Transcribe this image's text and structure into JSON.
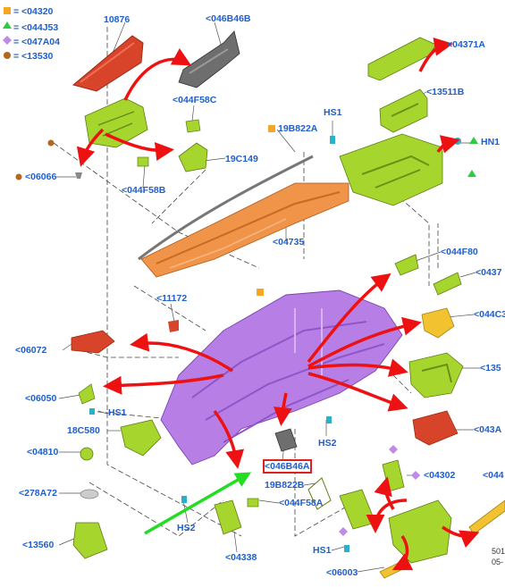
{
  "legend": [
    {
      "symbol": "square",
      "color": "#f5a623",
      "text": "= <04320"
    },
    {
      "symbol": "triangle",
      "color": "#2ecc40",
      "text": "= <044J53"
    },
    {
      "symbol": "diamond",
      "color": "#c08ae8",
      "text": "= <047A04"
    },
    {
      "symbol": "circle",
      "color": "#b5651d",
      "text": "= <13530"
    }
  ],
  "labels": {
    "p10876": "10876",
    "p046B46B": "<046B46B",
    "p04371A": "<04371A",
    "p044F58C": "<044F58C",
    "p13511B": "<13511B",
    "p19B822A": "19B822A",
    "hs1_top": "HS1",
    "p19C149": "19C149",
    "hn1": "HN1",
    "p06066": "<06066",
    "p044F58B": "<044F58B",
    "p04735": "<04735",
    "p044F80": "<044F80",
    "p0437": "<0437",
    "p11172": "<11172",
    "p044C3": "<044C3",
    "p06072": "<06072",
    "p135": "<135",
    "p06050": "<06050",
    "hs1_mid": "HS1",
    "p18C580": "18C580",
    "hs2_mid": "HS2",
    "p043A": "<043A",
    "p04810": "<04810",
    "p046B46A": "<046B46A",
    "p04302": "<04302",
    "p044": "<044",
    "p19B822B": "19B822B",
    "p278A72": "<278A72",
    "p044F58A": "<044F58A",
    "hs2_low": "HS2",
    "p13560": "<13560",
    "p04338": "<04338",
    "hs1_low": "HS1",
    "p06003": "<06003"
  },
  "footer": {
    "line1": "501",
    "line2": "05-"
  },
  "colors": {
    "label": "#1f5fc9",
    "dash": "#444444",
    "red_arrow": "#ee1111",
    "green_arrow": "#22dd22",
    "purple_part": "#b77fe6",
    "orange_part": "#f0944a",
    "lime_part": "#a6d62e",
    "red_part": "#d8442a",
    "yellow_part": "#f2c230",
    "grey_part": "#6e6e6e",
    "highlight": "#e02020"
  }
}
